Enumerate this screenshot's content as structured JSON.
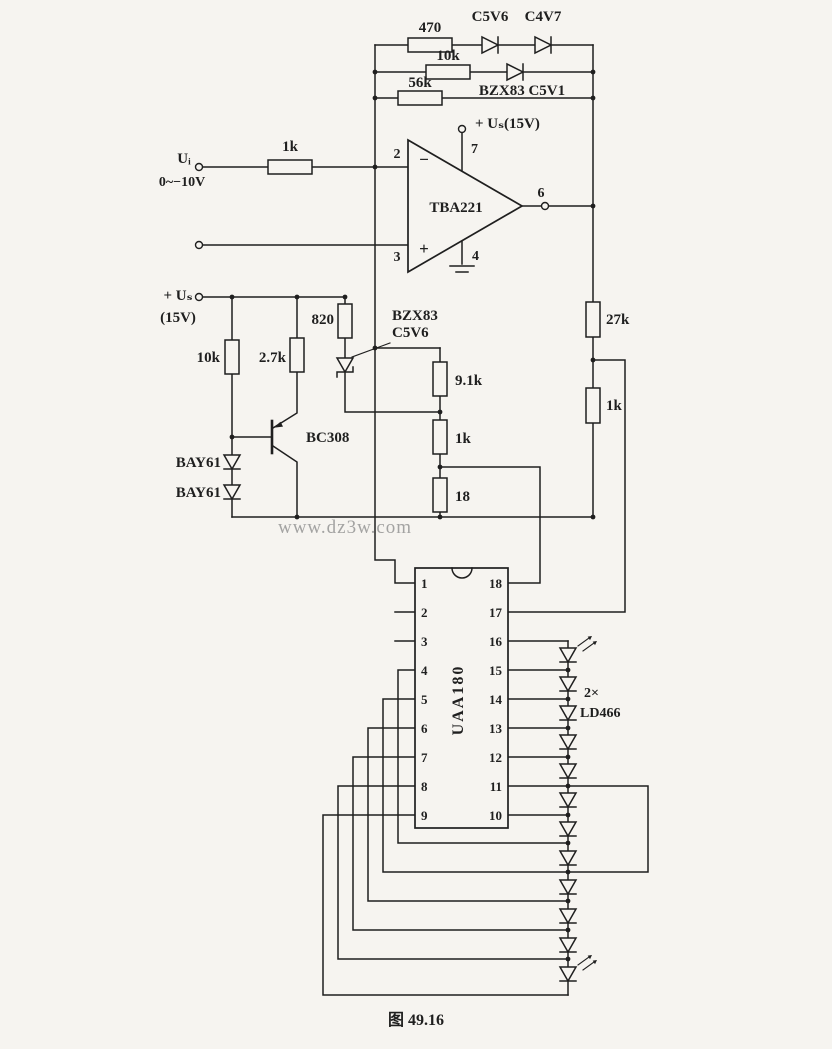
{
  "colors": {
    "ink": "#1f1f1f",
    "background": "#f6f4f0",
    "watermark": "#8f8f8f"
  },
  "schematic": {
    "feedback": {
      "r1": "470",
      "d1": "C5V6",
      "d2": "C4V7",
      "r2": "10k",
      "d3": "BZX83 C5V1",
      "r3": "56k"
    },
    "opamp": {
      "name": "TBA221",
      "minus": "−",
      "plus": "+",
      "pin_inv": "2",
      "pin_noninv": "3",
      "pin_out": "6",
      "pin_vcc": "7",
      "pin_gnd": "4",
      "vcc_label": "+ Uₛ(15V)"
    },
    "input": {
      "signal": "Uᵢ",
      "range": "0~−10V",
      "series_r": "1k"
    },
    "supply": {
      "label_top": "+ Uₛ",
      "label_bottom": "(15V)"
    },
    "bias": {
      "r_10k": "10k",
      "r_2k7": "2.7k",
      "r_820": "820",
      "zener_line1": "BZX83",
      "zener_line2": "C5V6",
      "transistor": "BC308",
      "diode1": "BAY61",
      "diode2": "BAY61"
    },
    "divider": {
      "r_9k1": "9.1k",
      "r_1k": "1k",
      "r_18": "18"
    },
    "output_network": {
      "r_27k": "27k",
      "r_1k": "1k"
    },
    "ic": {
      "name": "UAA180",
      "pins_left": [
        "1",
        "2",
        "3",
        "4",
        "5",
        "6",
        "7",
        "8",
        "9"
      ],
      "pins_right": [
        "18",
        "17",
        "16",
        "15",
        "14",
        "13",
        "12",
        "11",
        "10"
      ]
    },
    "led": {
      "multiplier": "2×",
      "part": "LD466"
    },
    "watermark": "www.dz3w.com",
    "caption": "图 49.16"
  }
}
